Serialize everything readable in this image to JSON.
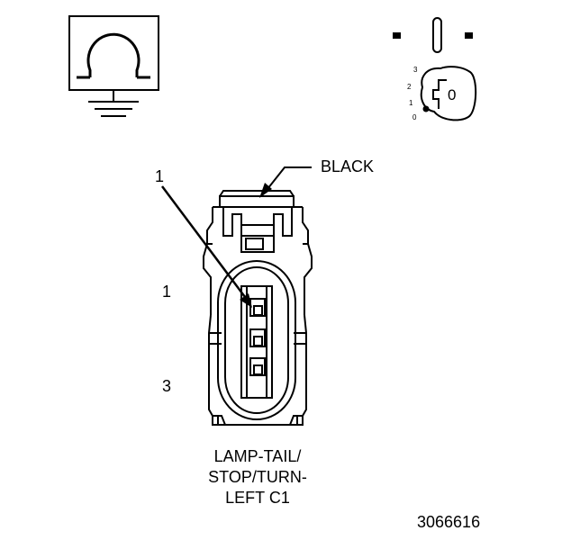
{
  "icons": {
    "ohmmeter": "ohmmeter-ground-icon",
    "ignition": "ignition-switch-off-icon"
  },
  "ignition_switch": {
    "positions": [
      "3",
      "2",
      "1",
      "0"
    ],
    "key_label": "0"
  },
  "connector": {
    "color_label": "BLACK",
    "callout_number": "1",
    "pin_label_top": "1",
    "pin_label_bottom": "3",
    "name_lines": [
      "LAMP-TAIL/",
      "STOP/TURN-",
      "LEFT C1"
    ]
  },
  "figure_id": "3066616",
  "colors": {
    "ink": "#000000",
    "background": "#ffffff"
  }
}
